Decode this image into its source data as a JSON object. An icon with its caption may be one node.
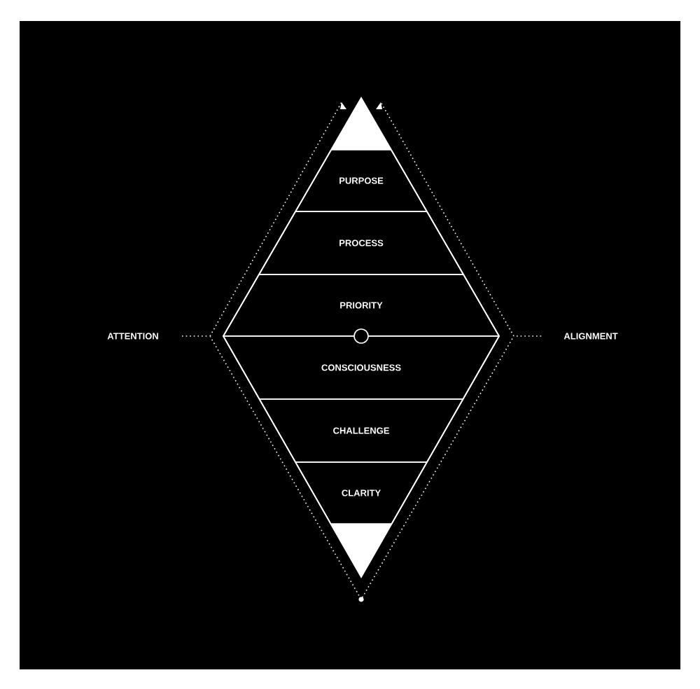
{
  "diagram": {
    "nodes": [
      {
        "text": [
          "PURPOSE"
        ]
      },
      {
        "text": [
          "PROCESS"
        ]
      },
      {
        "text": [
          "PRIORITY"
        ]
      },
      {
        "text": [
          "CONSCIOUSNESS"
        ]
      },
      {
        "text": [
          "CHALLENGE"
        ]
      },
      {
        "text": [
          "CLARITY"
        ]
      }
    ],
    "labels": [
      "ATTENTION",
      "ALIGNMENT"
    ]
  }
}
